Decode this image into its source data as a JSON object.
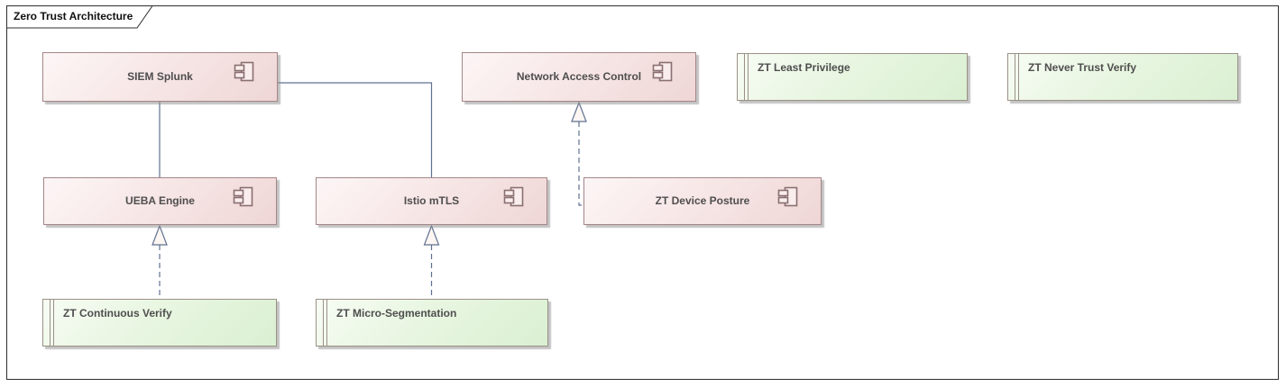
{
  "frame": {
    "title": "Zero Trust Architecture"
  },
  "nodes": {
    "siem": {
      "label": "SIEM Splunk",
      "type": "component"
    },
    "nac": {
      "label": "Network Access Control",
      "type": "component"
    },
    "least": {
      "label": "ZT Least Privilege",
      "type": "requirement"
    },
    "never": {
      "label": "ZT Never Trust Verify",
      "type": "requirement"
    },
    "ueba": {
      "label": "UEBA Engine",
      "type": "component"
    },
    "istio": {
      "label": "Istio mTLS",
      "type": "component"
    },
    "device": {
      "label": "ZT Device Posture",
      "type": "component"
    },
    "continuous": {
      "label": "ZT Continuous Verify",
      "type": "requirement"
    },
    "micro": {
      "label": "ZT Micro-Segmentation",
      "type": "requirement"
    }
  },
  "connectors": [
    {
      "from": "SIEM Splunk",
      "to": "UEBA Engine",
      "style": "solid"
    },
    {
      "from": "SIEM Splunk",
      "to": "Istio mTLS",
      "style": "solid"
    },
    {
      "from": "ZT Continuous Verify",
      "to": "UEBA Engine",
      "style": "dashed-realization"
    },
    {
      "from": "ZT Micro-Segmentation",
      "to": "Istio mTLS",
      "style": "dashed-realization"
    },
    {
      "from": "ZT Device Posture",
      "to": "Network Access Control",
      "style": "dashed-realization"
    }
  ],
  "colors": {
    "component_fill_start": "#fdf6f6",
    "component_fill_end": "#efd6d6",
    "component_border": "#a48687",
    "requirement_fill_start": "#f7fcf4",
    "requirement_fill_end": "#daf0d2",
    "requirement_border": "#9b9186",
    "connector": "#5f7190",
    "frame_border": "#2e2e2e",
    "text": "#4f4e4e"
  }
}
